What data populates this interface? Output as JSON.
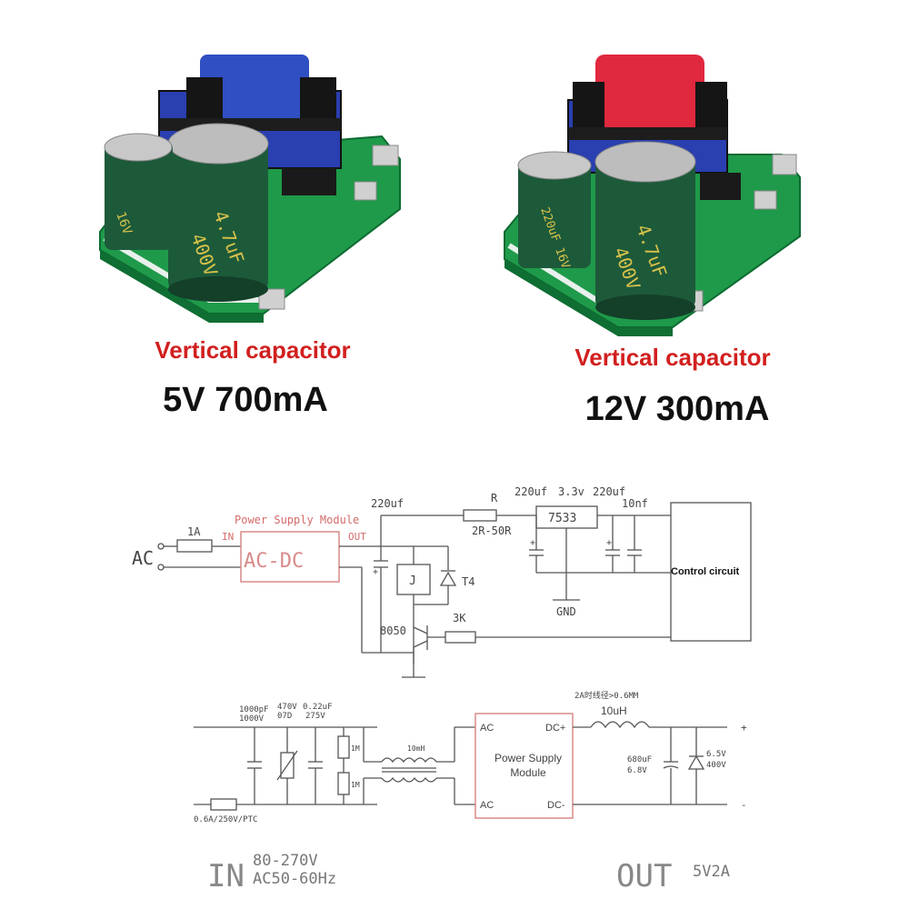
{
  "products": [
    {
      "caption": "Vertical capacitor",
      "spec": "5V 700mA",
      "coil_color": "#2f4fc2",
      "cap_a": "400V",
      "cap_b": "4.7uF",
      "small_cap": "16V"
    },
    {
      "caption": "Vertical capacitor",
      "spec": "12V 300mA",
      "coil_color": "#e0283e",
      "cap_a": "400V",
      "cap_b": "4.7uF",
      "small_cap": "220uF 16V"
    }
  ],
  "colors": {
    "caption": "#d21f1f",
    "pcb": "#1f9a4a",
    "capacitor": "#1d5a3a",
    "module_box": "#d98a8a"
  },
  "circuit_top": {
    "fuse": "1A",
    "ac": "AC",
    "module_title": "Power Supply Module",
    "module_in": "IN",
    "module_out": "OUT",
    "module_text": "AC-DC",
    "cap1": "220uf",
    "r_label": "R",
    "r_value": "2R-50R",
    "cap2": "220uf",
    "reg_voltage": "3.3v",
    "cap3": "220uf",
    "cap4": "10nf",
    "regulator": "7533",
    "gnd": "GND",
    "relay": "J",
    "diode": "T4",
    "transistor": "8050",
    "base_res": "3K",
    "control": "Control circuit",
    "plus": "+"
  },
  "circuit_bottom": {
    "cap_x": "1000pF",
    "cap_x_v": "1000V",
    "varistor": "470V",
    "varistor_code": "07D",
    "cap_y": "0.22uF",
    "cap_y_v": "275V",
    "r1": "1M",
    "r2": "1M",
    "choke": "10mH",
    "ptc": "0.6A/250V/PTC",
    "module_line1": "Power Supply",
    "module_line2": "Module",
    "ac1": "AC",
    "ac2": "AC",
    "dc_plus": "DC+",
    "dc_minus": "DC-",
    "wire_note": "2A时线径>0.6MM",
    "inductor": "10uH",
    "out_cap": "680uF",
    "out_cap_v": "6.8V",
    "tvs": "6.5V",
    "tvs_v": "400V",
    "plus": "+",
    "minus": "-",
    "in_label": "IN",
    "in_range": "80-270V",
    "in_freq": "AC50-60Hz",
    "out_label": "OUT",
    "out_value": "5V2A"
  }
}
